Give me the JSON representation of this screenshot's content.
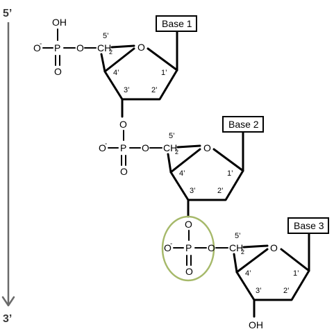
{
  "direction": {
    "top_label": "5’",
    "bottom_label": "3’",
    "arrow_color": "#6a6a6a"
  },
  "highlight_color": "#a6b96a",
  "nucleotides": [
    {
      "base": "Base 1",
      "carbons": {
        "c1": "1’",
        "c2": "2’",
        "c3": "3’",
        "c4": "4’",
        "c5": "5’"
      },
      "ring_oxygen": "O",
      "ch2": "CH",
      "ch2_sub": "2"
    },
    {
      "base": "Base 2",
      "carbons": {
        "c1": "1’",
        "c2": "2’",
        "c3": "3’",
        "c4": "4’",
        "c5": "5’"
      },
      "ring_oxygen": "O",
      "ch2": "CH",
      "ch2_sub": "2"
    },
    {
      "base": "Base 3",
      "carbons": {
        "c1": "1’",
        "c2": "2’",
        "c3": "3’",
        "c4": "4’",
        "c5": "5’"
      },
      "ring_oxygen": "O",
      "ch2": "CH",
      "ch2_sub": "2"
    }
  ],
  "phosphates": [
    {
      "p": "P",
      "o_top": "OH",
      "o_left": "O",
      "o_left_charge": "-",
      "o_bottom": "O",
      "o_right": "O"
    },
    {
      "p": "P",
      "o_top": "O",
      "o_left": "O",
      "o_left_charge": "-",
      "o_bottom": "O",
      "o_right": "O"
    },
    {
      "p": "P",
      "o_top": "O",
      "o_left": "O",
      "o_left_charge": "-",
      "o_bottom": "O",
      "o_right": "O"
    }
  ],
  "terminal_hydroxyl": "OH"
}
